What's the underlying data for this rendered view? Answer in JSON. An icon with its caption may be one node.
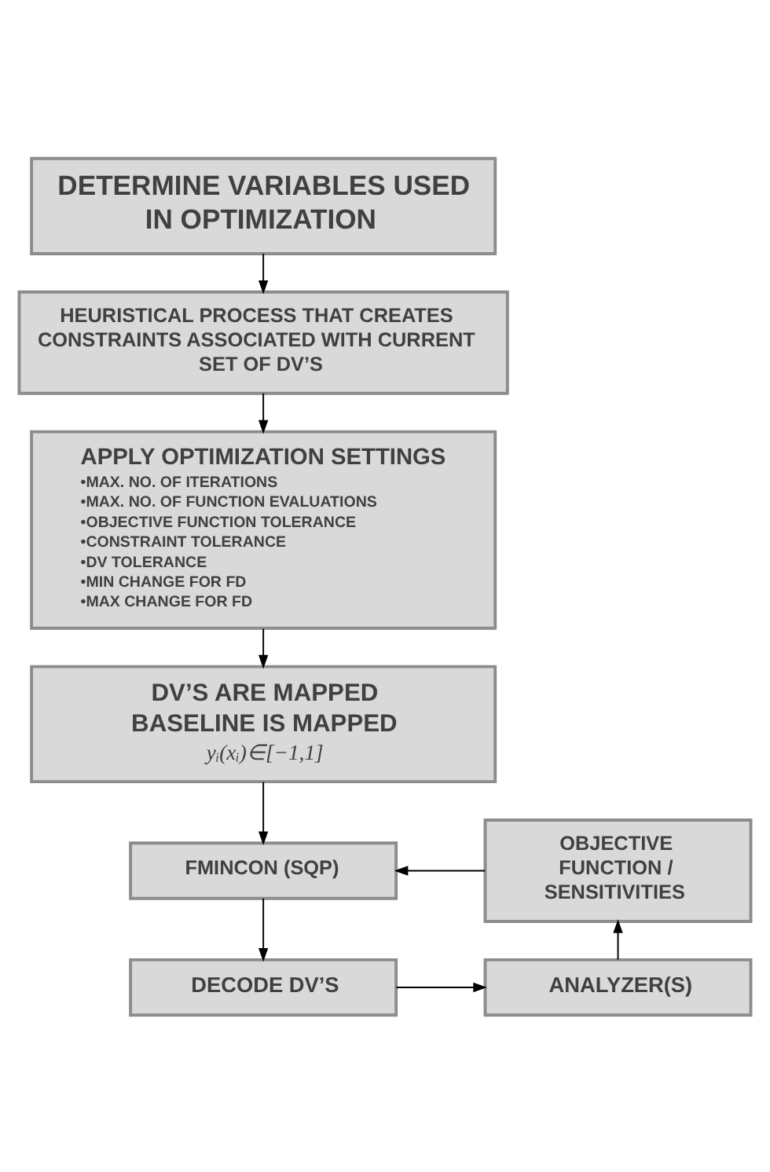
{
  "diagram": {
    "nodes": [
      {
        "text": [
          "DETERMINE VARIABLES USED IN OPTIMIZATION"
        ]
      },
      {
        "text": [
          "HEURISTICAL PROCESS THAT CREATES CONSTRAINTS ASSOCIATED WITH CURRENT SET OF DV’S"
        ]
      },
      {
        "text": [
          "APPLY OPTIMIZATION SETTINGS",
          "•MAX. NO. OF ITERATIONS",
          "•MAX. NO. OF FUNCTION EVALUATIONS",
          "•OBJECTIVE FUNCTION TOLERANCE",
          "•CONSTRAINT TOLERANCE",
          "•DV TOLERANCE",
          "•MIN CHANGE FOR FD",
          "•MAX CHANGE FOR FD"
        ]
      },
      {
        "text": [
          "DV’S ARE MAPPED BASELINE IS MAPPED",
          "yᵢ(xᵢ)∈[−1,1]"
        ]
      },
      {
        "text": [
          "FMINCON (SQP)"
        ]
      },
      {
        "text": [
          "OBJECTIVE FUNCTION / SENSITIVITIES"
        ]
      },
      {
        "text": [
          "DECODE DV’S"
        ]
      },
      {
        "text": [
          "ANALYZER(S)"
        ]
      }
    ],
    "edges": [
      {
        "from": 0,
        "to": 1,
        "arrow": "to"
      },
      {
        "from": 1,
        "to": 2,
        "arrow": "to"
      },
      {
        "from": 2,
        "to": 3,
        "arrow": "to"
      },
      {
        "from": 3,
        "to": 4,
        "arrow": "to"
      },
      {
        "from": 4,
        "to": 6,
        "arrow": "to"
      },
      {
        "from": 6,
        "to": 7,
        "arrow": "to"
      },
      {
        "from": 7,
        "to": 5,
        "arrow": "to"
      },
      {
        "from": 5,
        "to": 4,
        "arrow": "to"
      }
    ]
  }
}
